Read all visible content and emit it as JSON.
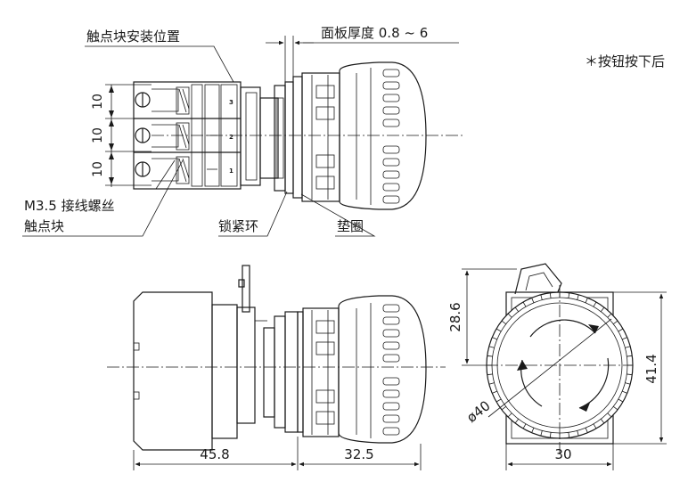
{
  "labels": {
    "contact_position": "触点块安装位置",
    "panel_thickness": "面板厚度 0.8 ~ 6",
    "press_note": "＊按钮按下后",
    "screw_terminal": "M3.5 接线螺丝",
    "contact_block": "触点块",
    "lock_ring": "锁紧环",
    "washer": "垫圈"
  },
  "dimensions": {
    "pitch_1": "10",
    "pitch_2": "10",
    "pitch_3": "10",
    "depth_rear": "45.8",
    "depth_front": "32.5",
    "height_top": "28.6",
    "diameter": "ø40",
    "height_total": "41.4",
    "width": "30"
  },
  "terminal_numbers": [
    "3",
    "2",
    "1"
  ]
}
